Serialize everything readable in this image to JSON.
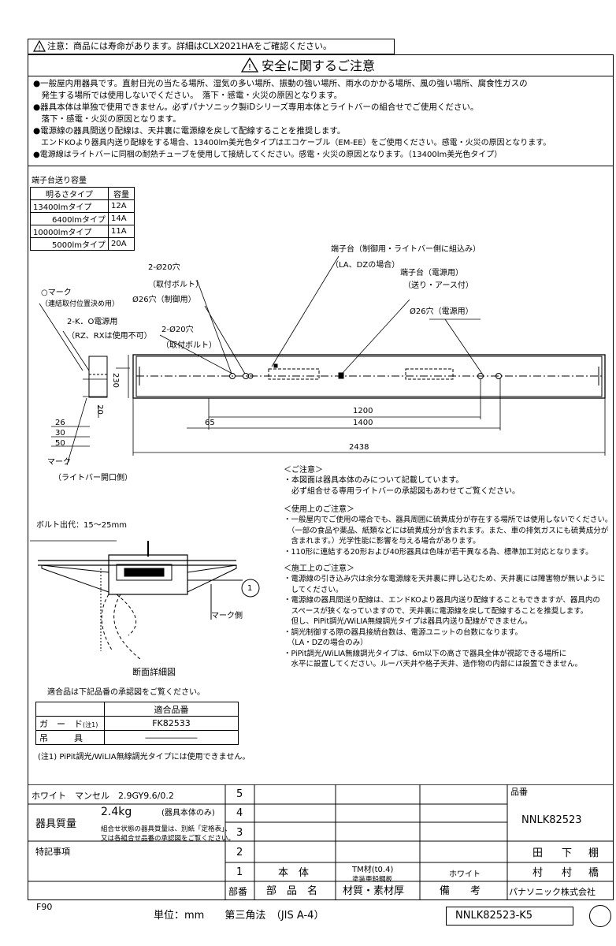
{
  "top_notice": "注意：商品には寿命があります。詳細はCLX2021HAをご確認ください。",
  "safety": {
    "title": "安全に関するご注意",
    "lines": [
      "●一般屋内用器具です。直射日光の当たる場所、湿気の多い場所、振動の強い場所、雨水のかかる場所、風の強い場所、腐食性ガスの",
      "　発生する場所では使用しないでください。　落下・感電・火災の原因となります。",
      "●器具本体は単独で使用できません。必ずパナソニック製iDシリーズ専用本体とライトバーの組合せでご使用ください。",
      "　落下・感電・火災の原因となります。",
      "●電源線の器具間送り配線は、天井裏に電源線を戻して配線することを推奨します。",
      "　エンドKOより器具内送り配線をする場合、13400lm美光色タイプはエコケーブル（EM-EE）をご使用ください。感電・火災の原因となります。",
      "●電源線はライトバーに同梱の耐熱チューブを使用して接続してください。感電・火災の原因となります。（13400lm美光色タイプ）"
    ]
  },
  "capacity": {
    "title": "端子台送り容量",
    "headers": [
      "明るさタイプ",
      "容量"
    ],
    "rows": [
      [
        "13400lmタイプ",
        "12A"
      ],
      [
        "6400lmタイプ",
        "14A"
      ],
      [
        "10000lmタイプ",
        "11A"
      ],
      [
        "5000lmタイプ",
        "20A"
      ]
    ]
  },
  "drawing": {
    "labels": {
      "terminal_ctrl": "端子台（制御用・ライトバー側に組込み）",
      "terminal_ctrl_sub": "（LA、DZの場合）",
      "terminal_power": "端子台（電源用）",
      "terminal_power_sub": "（送り・アース付）",
      "hole26_power": "Ø26穴（電源用）",
      "hole20_a": "2-Ø20穴",
      "hole20_a_sub": "（取付ボルト）",
      "hole26_ctrl": "Ø26穴（制御用）",
      "mark_o": "○マーク",
      "mark_o_sub": "（連結取付位置決め用）",
      "ko": "2-K．O電源用",
      "ko_sub": "（RZ、RXは使用不可）",
      "hole20_b": "2-Ø20穴",
      "hole20_b_sub": "（取付ボルト）",
      "mark": "マーク",
      "mark_sub": "（ライトバー開口側）",
      "bolt": "ボルト出代：15～25mm",
      "mark_side": "マーク側",
      "section": "断面詳細図",
      "balloon": "1"
    },
    "dims": {
      "d230": "230",
      "d20": "20",
      "d26": "26",
      "d30": "30",
      "d50": "50",
      "d65": "65",
      "d1200": "1200",
      "d1400": "1400",
      "d2438": "2438"
    }
  },
  "notes": {
    "title_caution": "＜ご注意＞",
    "caution": [
      "・本図面は器具本体のみについて記載しています。",
      "　必ず組合せる専用ライトバーの承認図もあわせてご覧ください。"
    ],
    "title_use": "＜使用上のご注意＞",
    "use": [
      "・一般屋内でご使用の場合でも、器具周囲に硫黄成分が存在する場所では使用しないでください。",
      "　（一部の食品や薬品、紙類などには硫黄成分が含まれます。また、車の排気ガスにも硫黄成分が",
      "　含まれます。）光学性能に影響を与える場合があります。",
      "・110形に連結する20形および40形器具は色味が若干異なる為、標準加工対応となります。"
    ],
    "title_install": "＜施工上のご注意＞",
    "install": [
      "・電源線の引き込み穴は余分な電源線を天井裏に押し込むため、天井裏には障害物が無いように",
      "　してください。",
      "・電源線の器具間送り配線は、エンドKOより器具内送り配線することもできますが、器具内の",
      "　スペースが狭くなっていますので、天井裏に電源線を戻して配線することを推奨します。",
      "　但し、PiPit調光/WiLIA無線調光タイプは器具内送り配線ができません。",
      "・調光制御する際の器具接続台数は、電源ユニットの台数になります。",
      "　（LA・DZの場合のみ）",
      "・PiPit調光/WiLIA無線調光タイプは、6m以下の高さで器具全体が視認できる場所に",
      "　水平に設置してください。ルーバ天井や格子天井、造作物の内部には設置できません。"
    ]
  },
  "compat": {
    "title": "適合品は下記品番の承認図をご覧ください。",
    "header": "適合品番",
    "rows": [
      {
        "name": "ガ　ー　ド",
        "note": "(注1)",
        "value": "FK82533"
      },
      {
        "name": "吊　　　具",
        "note": "",
        "value": "――――――"
      }
    ],
    "footnote": "(注1) PiPit調光/WiLIA無線調光タイプには使用できません。"
  },
  "title_block": {
    "color": "ホワイト　マンセル　2.9GY9.6/0.2",
    "mass_label": "器具質量",
    "mass_value": "2.4kg",
    "mass_note": "(器具本体のみ)",
    "mass_sub1": "組合せ状態の器具質量は、別紙「定格表」、",
    "mass_sub2": "又は各組合せ品番の承認図をご覧ください。",
    "special": "特記事項",
    "rows": [
      "5",
      "4",
      "3",
      "2",
      "1"
    ],
    "part_name": "本　体",
    "material": "TM材(t0.4)",
    "material_sub": "塗装亜鉛鋼板",
    "finish": "ホワイト",
    "header_no": "部番",
    "header_name": "部　品　名",
    "header_material": "材質・素材厚",
    "header_remarks": "備　　考",
    "company": "パナソニック株式会社",
    "product_label": "品番",
    "product_no": "NNLK82523",
    "names_row1": [
      "田",
      "下",
      "棚"
    ],
    "names_row2": [
      "村",
      "村",
      "橋"
    ]
  },
  "footer": {
    "code": "F90",
    "unit": "単位：mm　　第三角法　（JIS A-4）",
    "drawing_no": "NNLK82523-K5"
  }
}
